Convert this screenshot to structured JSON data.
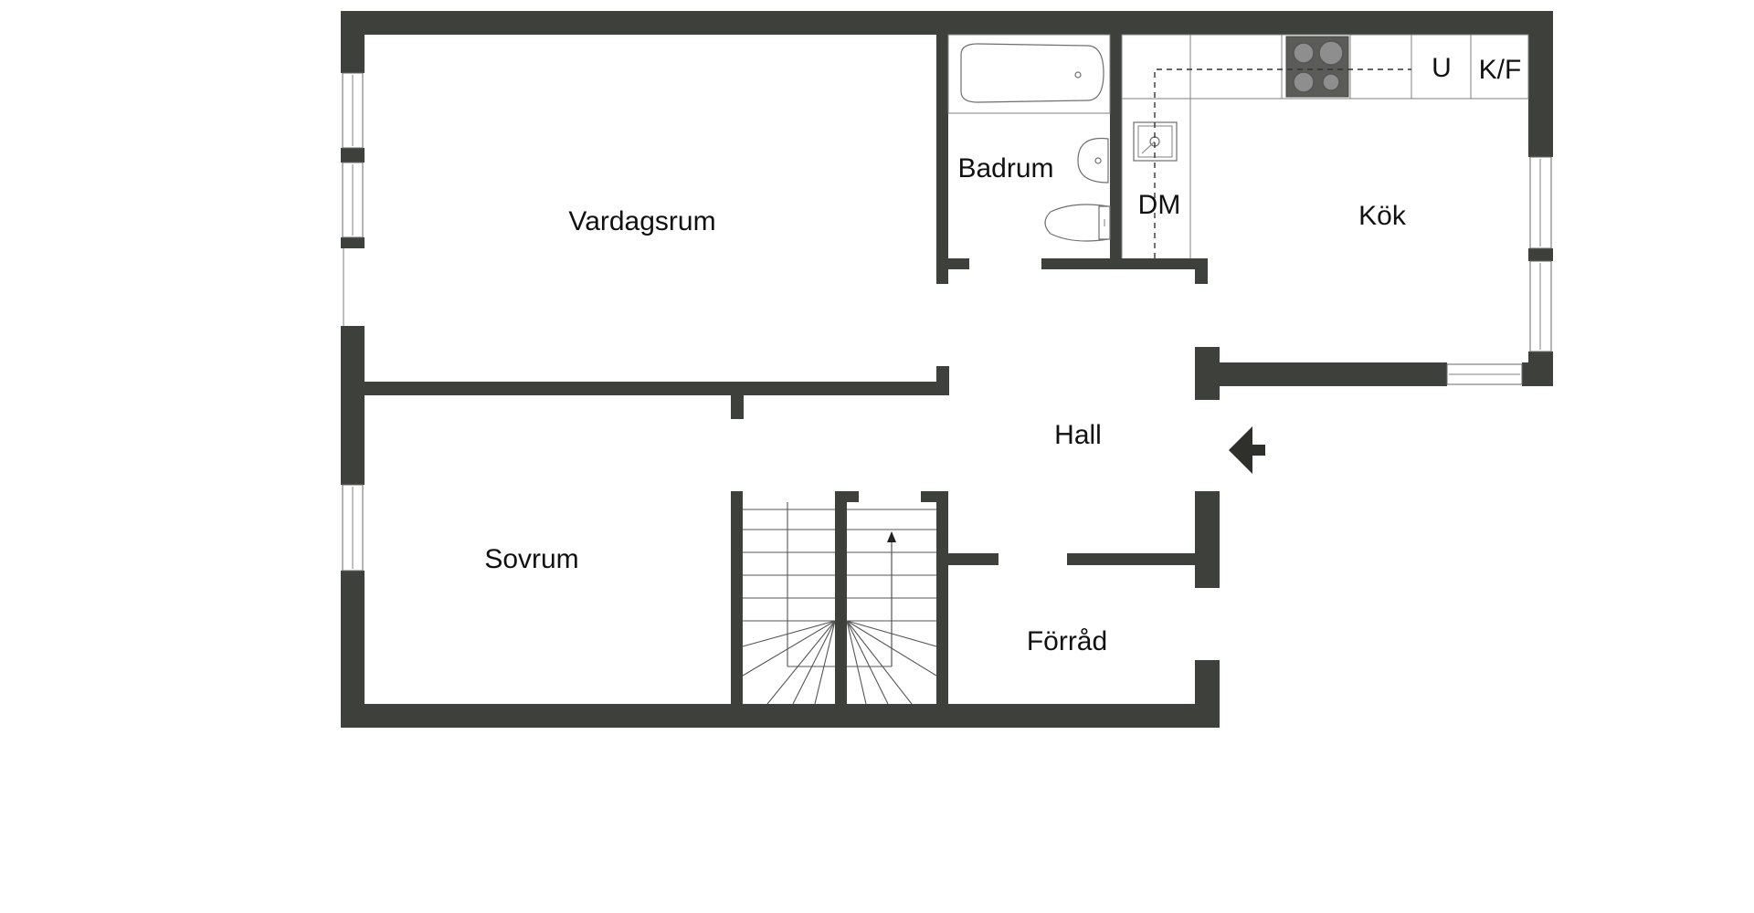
{
  "rooms": {
    "vardagsrum": "Vardagsrum",
    "badrum": "Badrum",
    "dm": "DM",
    "kok": "Kök",
    "hall": "Hall",
    "sovrum": "Sovrum",
    "forrad": "Förråd"
  },
  "appliances": {
    "u": "U",
    "kf": "K/F"
  },
  "icons": {
    "entrance": "entrance-arrow-icon",
    "stove": "stove-icon",
    "sink": "sink-icon",
    "toilet": "toilet-icon",
    "bathtub": "bathtub-icon",
    "washbasin": "washbasin-icon",
    "staircase": "staircase-icon"
  },
  "colors": {
    "wall": "#3e403b",
    "background": "#ffffff"
  }
}
